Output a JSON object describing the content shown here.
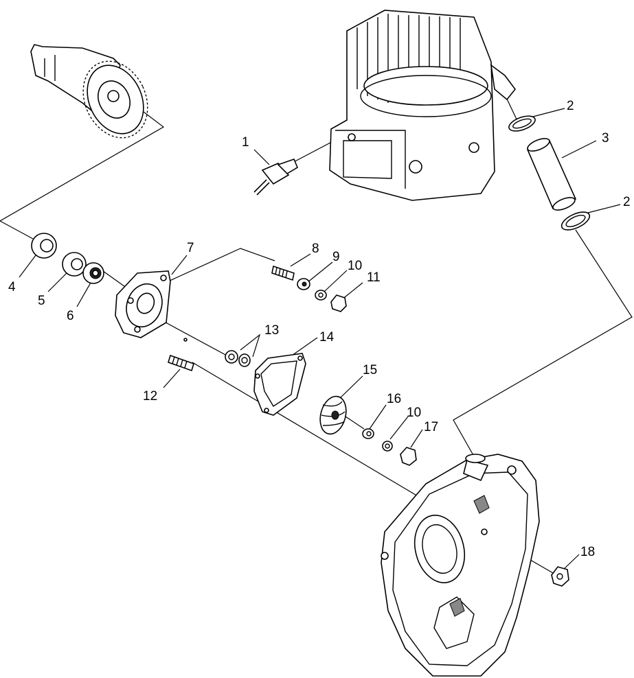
{
  "callouts": [
    {
      "id": "c1",
      "text": "1"
    },
    {
      "id": "c2a",
      "text": "2"
    },
    {
      "id": "c2b",
      "text": "2"
    },
    {
      "id": "c3",
      "text": "3"
    },
    {
      "id": "c4",
      "text": "4"
    },
    {
      "id": "c5",
      "text": "5"
    },
    {
      "id": "c6",
      "text": "6"
    },
    {
      "id": "c7",
      "text": "7"
    },
    {
      "id": "c8",
      "text": "8"
    },
    {
      "id": "c9",
      "text": "9"
    },
    {
      "id": "c10a",
      "text": "10"
    },
    {
      "id": "c11",
      "text": "11"
    },
    {
      "id": "c12",
      "text": "12"
    },
    {
      "id": "c13",
      "text": "13"
    },
    {
      "id": "c14",
      "text": "14"
    },
    {
      "id": "c15",
      "text": "15"
    },
    {
      "id": "c16",
      "text": "16"
    },
    {
      "id": "c10b",
      "text": "10"
    },
    {
      "id": "c17",
      "text": "17"
    },
    {
      "id": "c18",
      "text": "18"
    }
  ]
}
